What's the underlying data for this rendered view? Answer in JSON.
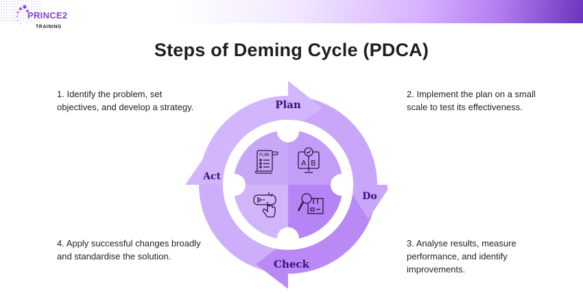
{
  "brand": {
    "name": "PRINCE2",
    "subtitle": "TRAINING",
    "accent": "#8a3fe0"
  },
  "title": "Steps of Deming Cycle (PDCA)",
  "cycle": {
    "phases": [
      {
        "label": "Plan",
        "icon": "plan-document-icon"
      },
      {
        "label": "Do",
        "icon": "ab-test-monitor-icon"
      },
      {
        "label": "Check",
        "icon": "magnify-box-icon"
      },
      {
        "label": "Act",
        "icon": "click-button-icon"
      }
    ],
    "colors": {
      "arc_light": "#d2b6fb",
      "arc_mid": "#c39cf8",
      "arc_dark": "#b583f5",
      "label": "#3c0f7a"
    }
  },
  "steps": [
    {
      "text": "1. Identify the problem, set objectives, and develop a strategy."
    },
    {
      "text": "2. Implement the plan on a small scale to test its effectiveness."
    },
    {
      "text": "3. Analyse results, measure performance, and identify improvements."
    },
    {
      "text": "4. Apply successful changes broadly and standardise the solution."
    }
  ]
}
